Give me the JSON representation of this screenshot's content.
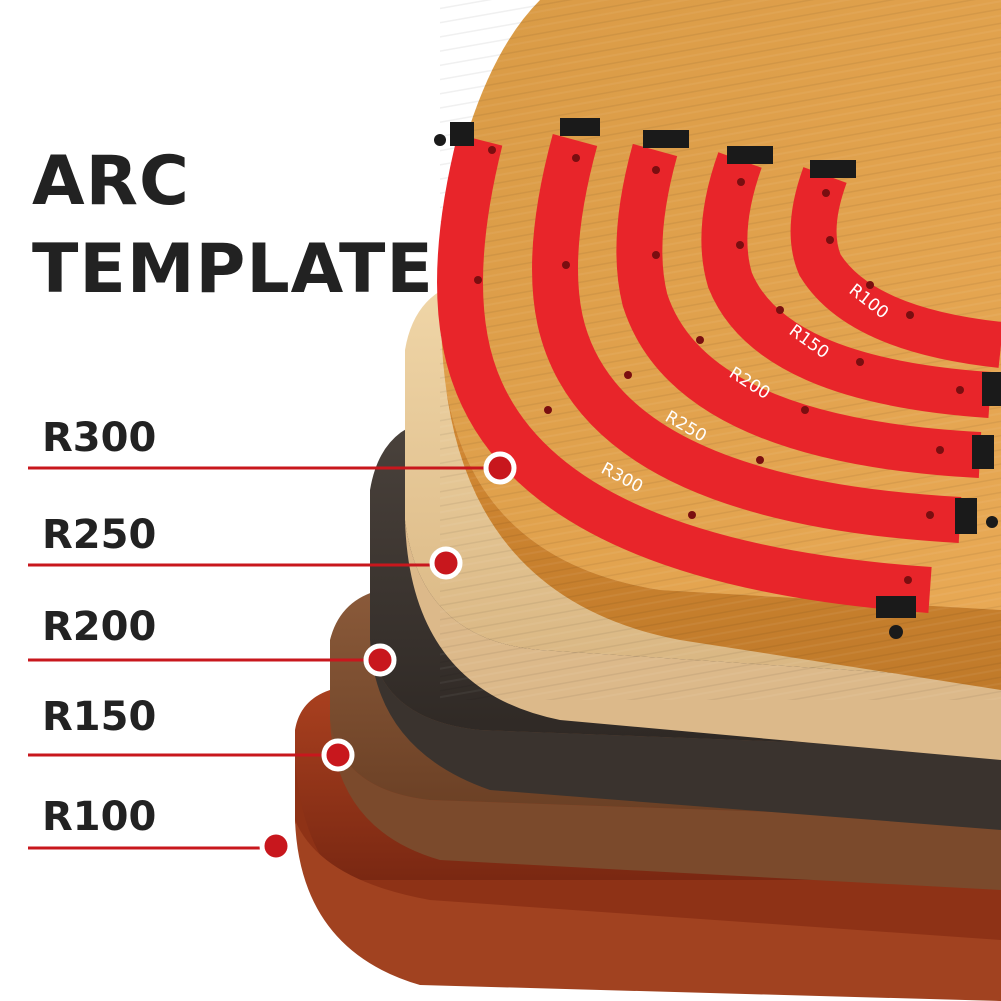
{
  "title": {
    "line1": "ARC",
    "line2": "TEMPLATE"
  },
  "callouts": [
    {
      "label": "R300"
    },
    {
      "label": "R250"
    },
    {
      "label": "R200"
    },
    {
      "label": "R150"
    },
    {
      "label": "R100"
    }
  ],
  "templates": [
    {
      "marking": "R300"
    },
    {
      "marking": "R250"
    },
    {
      "marking": "R200"
    },
    {
      "marking": "R150"
    },
    {
      "marking": "R100"
    }
  ],
  "colors": {
    "template_red": "#e8252a",
    "callout_line": "#c8171d",
    "title_text": "#222222"
  }
}
